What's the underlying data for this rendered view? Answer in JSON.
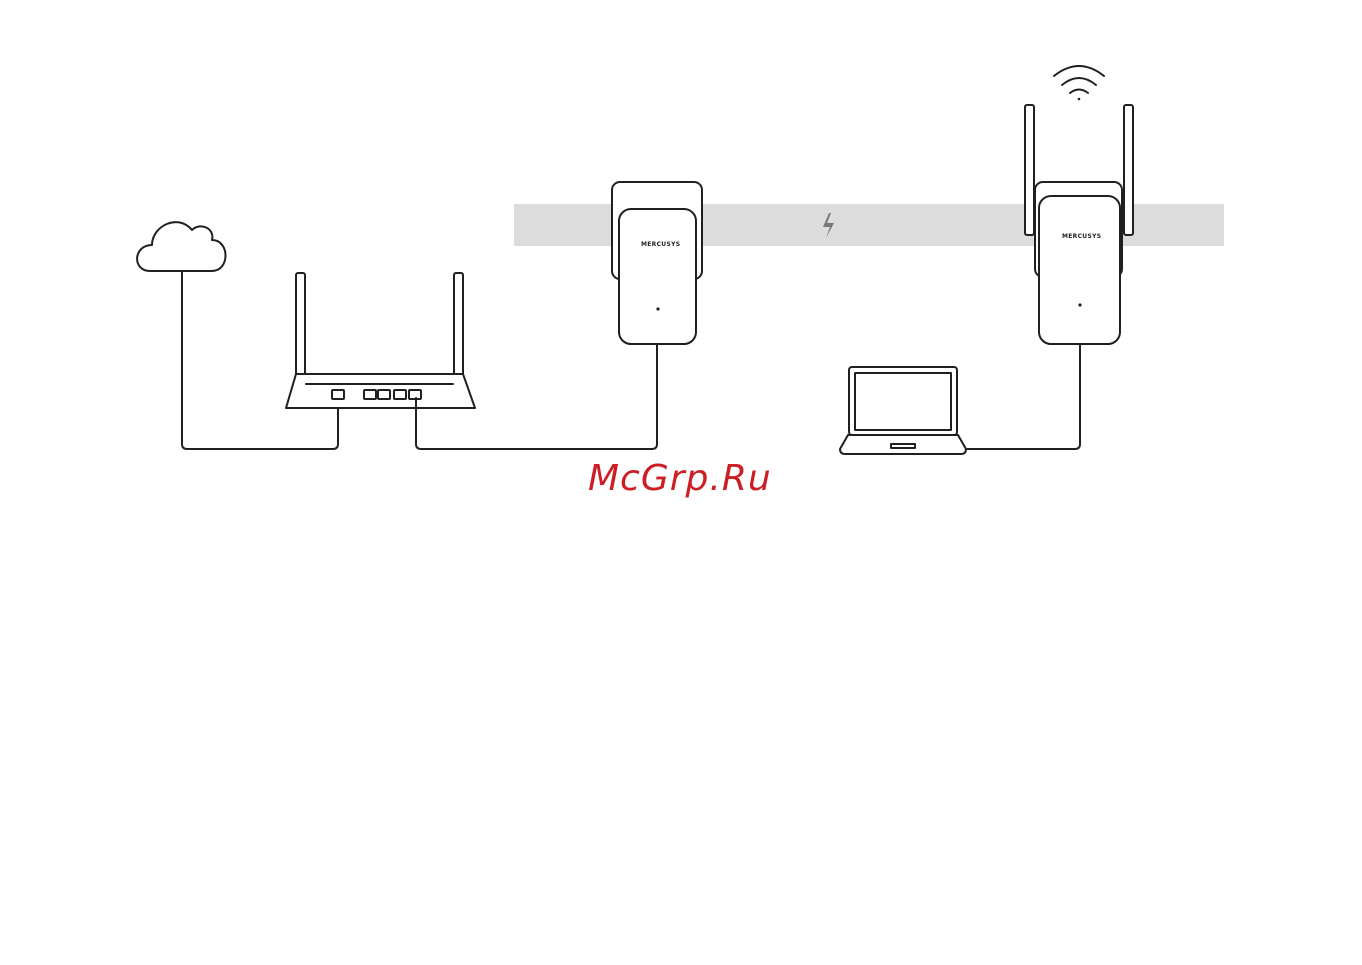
{
  "diagram": {
    "brand_label_left": "MERCUSYS",
    "brand_label_right": "MERCUSYS",
    "powerline_band_color": "#dcdcdc",
    "line_color": "#231f20",
    "nodes": [
      {
        "id": "internet",
        "icon": "cloud-icon"
      },
      {
        "id": "router",
        "icon": "router-icon"
      },
      {
        "id": "powerline-adapter",
        "icon": "powerline-adapter-icon"
      },
      {
        "id": "wifi-extender",
        "icon": "wifi-extender-icon"
      },
      {
        "id": "laptop",
        "icon": "laptop-icon"
      }
    ]
  },
  "watermark": {
    "text": "McGrp.Ru",
    "color": "#cc1e24"
  }
}
